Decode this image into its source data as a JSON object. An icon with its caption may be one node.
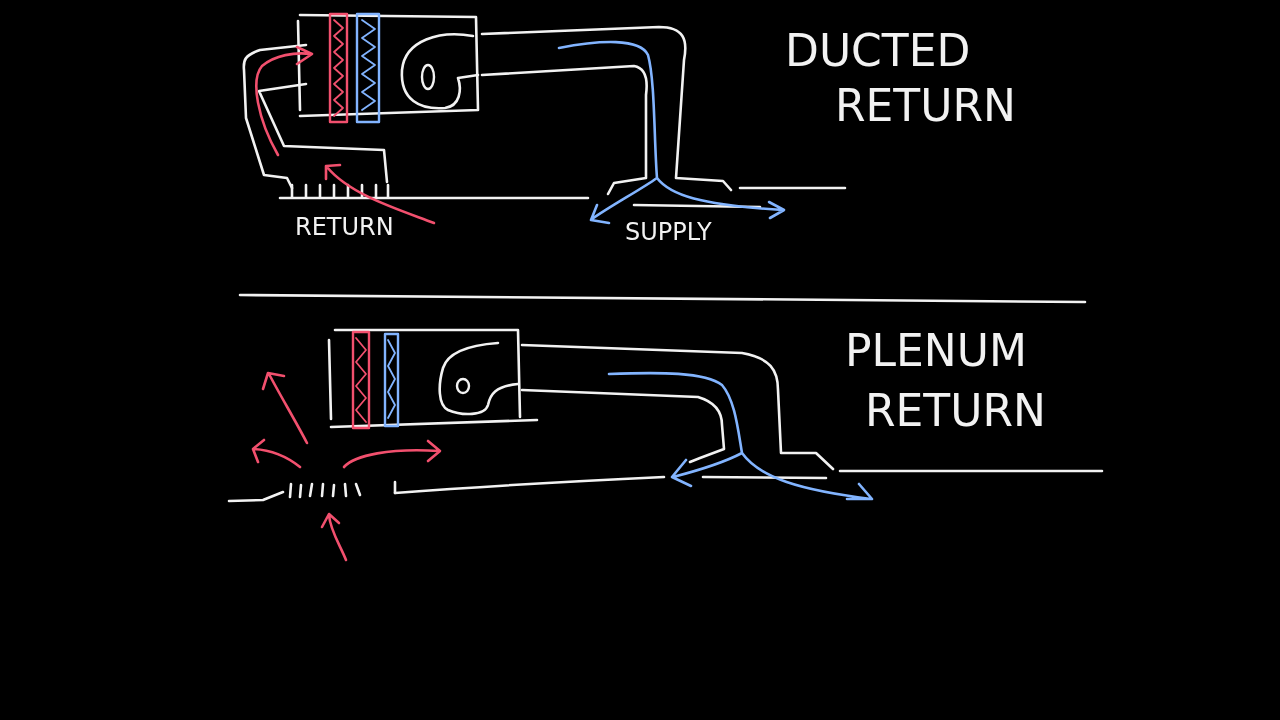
{
  "diagram": {
    "labels": [
      "DUCTED RETURN",
      "RETURN",
      "SUPPLY",
      "PLENUM RETURN"
    ]
  }
}
